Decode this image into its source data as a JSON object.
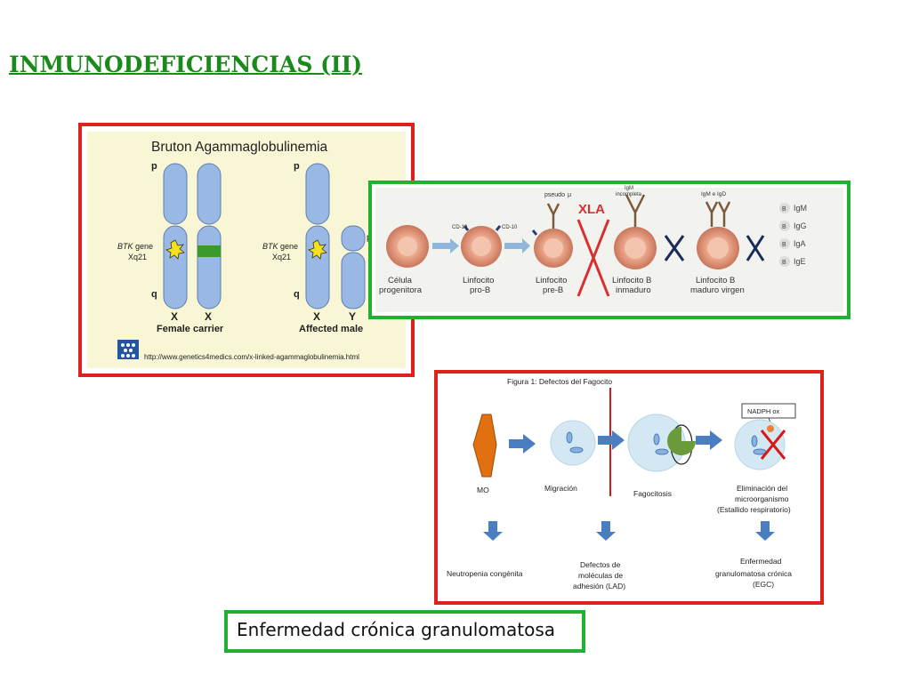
{
  "title": "INMUNODEFICIENCIAS (II)",
  "bruton": {
    "heading": "Bruton Agammaglobulinemia",
    "p_label": "p",
    "q_label": "q",
    "gene_label": "BTK",
    "gene_word": "gene",
    "locus": "Xq21",
    "x_label": "X",
    "y_label": "Y",
    "female_caption": "Female carrier",
    "male_caption": "Affected male",
    "url": "http://www.genetics4medics.com/x-linked-agammaglobulinemia.html"
  },
  "xla": {
    "label_pseudo": "pseudo",
    "label_mu": "μ",
    "label_xla": "XLA",
    "label_igm_incompleta_1": "IgM",
    "label_igm_incompleta_2": "incompleta",
    "label_igm_igd": "IgM e IgD",
    "label_cd19": "CD-19",
    "label_cd10": "CD-10",
    "stages": [
      {
        "line1": "Célula",
        "line2": "progenitora"
      },
      {
        "line1": "Linfocito",
        "line2": "pro-B"
      },
      {
        "line1": "Linfocito",
        "line2": "pre-B"
      },
      {
        "line1": "Linfocito B",
        "line2": "inmaduro"
      },
      {
        "line1": "Linfocito B",
        "line2": "maduro virgen"
      }
    ],
    "b_letter": "B",
    "igs": [
      "IgM",
      "IgG",
      "IgA",
      "IgE"
    ]
  },
  "phago": {
    "figure_title": "Figura 1: Defectos del Fagocito",
    "nadph": "NADPH ox",
    "step_mo": "MO",
    "step_migracion": "Migración",
    "step_fagocitosis": "Fagocitosis",
    "step_elim_1": "Eliminación del",
    "step_elim_2": "microorganismo",
    "step_elim_3": "(Estallido respiratorio)",
    "defect_neutropenia": "Neutropenia congénita",
    "defect_lad_1": "Defectos de",
    "defect_lad_2": "moléculas de",
    "defect_lad_3": "adhesión (LAD)",
    "defect_egc_1": "Enfermedad",
    "defect_egc_2": "granulomatosa crónica",
    "defect_egc_3": "(EGC)"
  },
  "caption": "Enfermedad  crónica granulomatosa",
  "colors": {
    "title_green": "#1a8a1a",
    "frame_red": "#e0201a",
    "frame_green": "#22b033",
    "chromosome_blue": "#9ab8e4",
    "btk_green": "#3a9a2a",
    "arrow_blue": "#4a7ec0",
    "mo_orange": "#e07010"
  }
}
